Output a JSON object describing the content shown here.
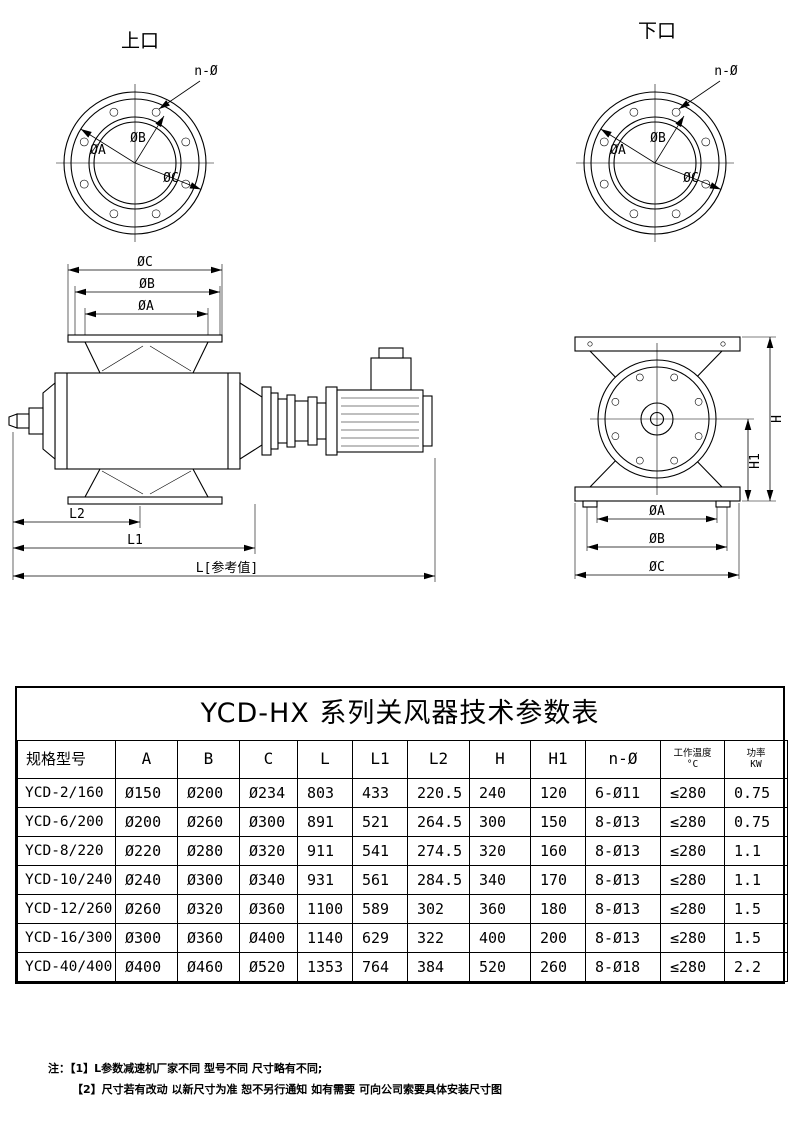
{
  "drawings": {
    "top_port": {
      "title": "上口",
      "n_label": "n-Ø",
      "dim_a": "ØA",
      "dim_b": "ØB",
      "dim_c": "ØC"
    },
    "bottom_port": {
      "title": "下口",
      "n_label": "n-Ø",
      "dim_a": "ØA",
      "dim_b": "ØB",
      "dim_c": "ØC"
    },
    "side_view": {
      "dim_c": "ØC",
      "dim_b": "ØB",
      "dim_a": "ØA",
      "dim_l2": "L2",
      "dim_l1": "L1",
      "dim_l": "L[参考值]"
    },
    "front_view": {
      "dim_h": "H",
      "dim_h1": "H1",
      "dim_a": "ØA",
      "dim_b": "ØB",
      "dim_c": "ØC"
    }
  },
  "table": {
    "title": "YCD-HX 系列关风器技术参数表",
    "headers": [
      {
        "text": "规格型号"
      },
      {
        "text": "A"
      },
      {
        "text": "B"
      },
      {
        "text": "C"
      },
      {
        "text": "L"
      },
      {
        "text": "L1"
      },
      {
        "text": "L2"
      },
      {
        "text": "H"
      },
      {
        "text": "H1"
      },
      {
        "text": "n-Ø"
      },
      {
        "text": "工作温度\n°C",
        "small": true
      },
      {
        "text": "功率\nKW",
        "small": true
      }
    ],
    "rows": [
      [
        "YCD-2/160",
        "Ø150",
        "Ø200",
        "Ø234",
        "803",
        "433",
        "220.5",
        "240",
        "120",
        "6-Ø11",
        "≤280",
        "0.75"
      ],
      [
        "YCD-6/200",
        "Ø200",
        "Ø260",
        "Ø300",
        "891",
        "521",
        "264.5",
        "300",
        "150",
        "8-Ø13",
        "≤280",
        "0.75"
      ],
      [
        "YCD-8/220",
        "Ø220",
        "Ø280",
        "Ø320",
        "911",
        "541",
        "274.5",
        "320",
        "160",
        "8-Ø13",
        "≤280",
        "1.1"
      ],
      [
        "YCD-10/240",
        "Ø240",
        "Ø300",
        "Ø340",
        "931",
        "561",
        "284.5",
        "340",
        "170",
        "8-Ø13",
        "≤280",
        "1.1"
      ],
      [
        "YCD-12/260",
        "Ø260",
        "Ø320",
        "Ø360",
        "1100",
        "589",
        "302",
        "360",
        "180",
        "8-Ø13",
        "≤280",
        "1.5"
      ],
      [
        "YCD-16/300",
        "Ø300",
        "Ø360",
        "Ø400",
        "1140",
        "629",
        "322",
        "400",
        "200",
        "8-Ø13",
        "≤280",
        "1.5"
      ],
      [
        "YCD-40/400",
        "Ø400",
        "Ø460",
        "Ø520",
        "1353",
        "764",
        "384",
        "520",
        "260",
        "8-Ø18",
        "≤280",
        "2.2"
      ]
    ]
  },
  "notes": {
    "label": "注：",
    "line1": "【1】L参数减速机厂家不同 型号不同 尺寸略有不同;",
    "line2": "【2】尺寸若有改动 以新尺寸为准 恕不另行通知 如有需要 可向公司索要具体安装尺寸图"
  }
}
